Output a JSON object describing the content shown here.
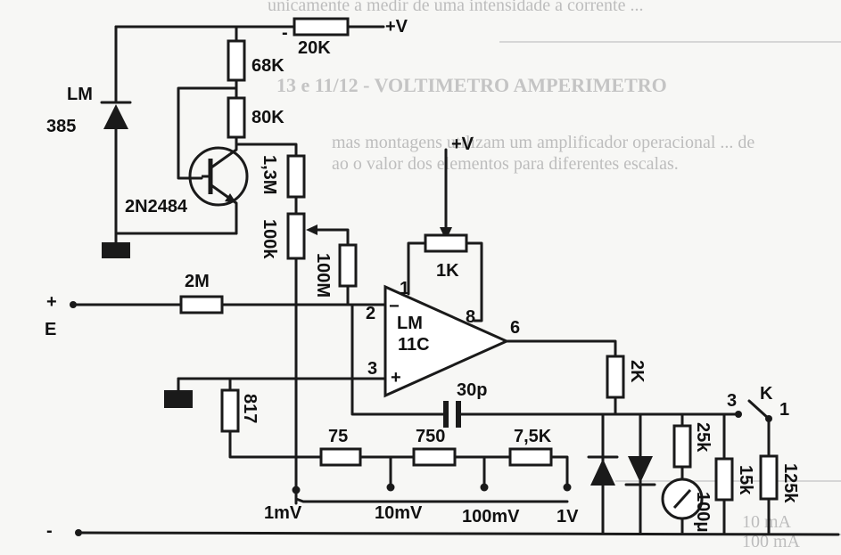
{
  "background_text": {
    "top_line": "unicamente a medir de uma intensidade a corrente ...",
    "heading": "13 e 11/12 - VOLTIMETRO AMPERIMETRO",
    "line1": "mas montagens utilizam um amplificador operacional ... de",
    "line2": "ao o valor dos elementos para diferentes escalas.",
    "table_row1": "10 mA",
    "table_row2": "100 mA"
  },
  "labels": {
    "supply_top": "+V",
    "r_20k": "20K",
    "r_68k": "68K",
    "r_80k": "80K",
    "lm385_a": "LM",
    "lm385_b": "385",
    "transistor": "2N2484",
    "r_13m": "1,3M",
    "r_100k": "100k",
    "r_100m": "100M",
    "supply_mid": "+V",
    "r_1k": "1K",
    "r_2m": "2M",
    "plus_in": "+",
    "input_e": "E",
    "minus_rail": "-",
    "pin2": "2",
    "pin3": "3",
    "pin1": "1",
    "pin8": "8",
    "pin6": "6",
    "opamp_a": "LM",
    "opamp_b": "11C",
    "opamp_minus": "−",
    "opamp_plus": "+",
    "c_30p": "30p",
    "r_2k": "2K",
    "r_817": "817",
    "r_75": "75",
    "r_750": "750",
    "r_75k": "7,5K",
    "range_1mv": "1mV",
    "range_10mv": "10mV",
    "range_100mv": "100mV",
    "range_1v": "1V",
    "switch_k": "K",
    "switch_1": "1",
    "switch_3": "3",
    "r_25k": "25k",
    "r_15k": "15k",
    "r_125k": "125k",
    "meter_100u": "100μ"
  }
}
